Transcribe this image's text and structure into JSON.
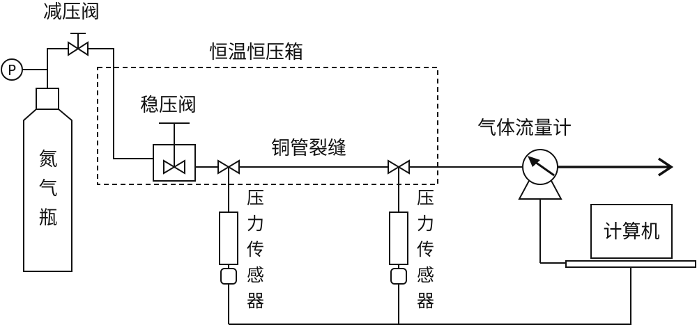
{
  "labels": {
    "reducing_valve": "减压阀",
    "chamber": "恒温恒压箱",
    "regulator_valve": "稳压阀",
    "copper_fracture": "铜管裂缝",
    "gas_flow_meter": "气体流量计",
    "computer": "计算机",
    "gauge": "P",
    "nitrogen_cylinder": [
      "氮",
      "气",
      "瓶"
    ],
    "pressure_sensor_1": [
      "压",
      "力",
      "传",
      "感",
      "器"
    ],
    "pressure_sensor_2": [
      "压",
      "力",
      "传",
      "感",
      "器"
    ]
  },
  "colors": {
    "line": "#111111",
    "background": "#ffffff"
  }
}
